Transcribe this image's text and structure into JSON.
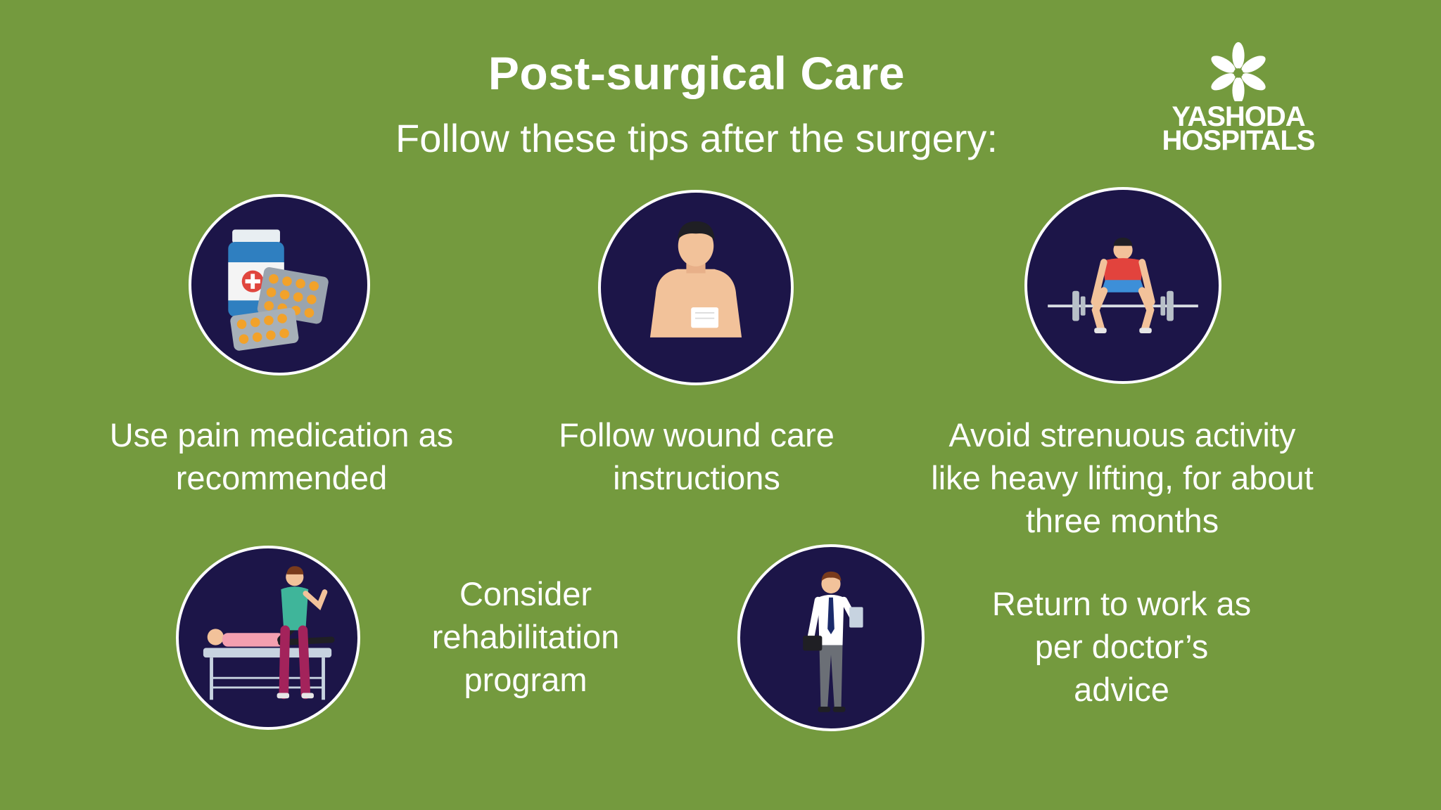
{
  "header": {
    "title": "Post-surgical Care",
    "subtitle": "Follow these tips after the surgery:"
  },
  "logo": {
    "line1": "YASHODA",
    "line2": "HOSPITALS",
    "icon": "flower-logo-icon"
  },
  "tips": [
    {
      "icon": "medication-icon",
      "line1": "Use pain medication as",
      "line2": "recommended"
    },
    {
      "icon": "wound-dressing-icon",
      "line1": "Follow wound care",
      "line2": "instructions"
    },
    {
      "icon": "weightlifting-icon",
      "line1": "Avoid strenuous activity",
      "line2": "like heavy lifting, for about",
      "line3": "three months"
    },
    {
      "icon": "physiotherapy-icon",
      "line1": "Consider",
      "line2": "rehabilitation",
      "line3": "program"
    },
    {
      "icon": "office-worker-icon",
      "line1": "Return to work as",
      "line2": "per doctor’s",
      "line3": "advice"
    }
  ],
  "colors": {
    "background": "#749a3e",
    "circle": "#1c1548",
    "text": "#ffffff"
  }
}
